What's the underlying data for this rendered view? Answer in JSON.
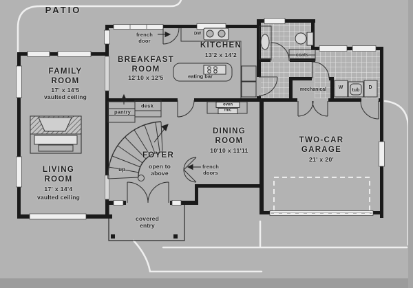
{
  "colors": {
    "background": "#b3b3b3",
    "walls": "#1a1a1a",
    "white_lines": "#f0f0f0",
    "text": "#1f1f1f"
  },
  "rooms": {
    "patio": {
      "name": "PATIO"
    },
    "family_room": {
      "name": "FAMILY\nROOM",
      "dims": "17' x 14'5",
      "note": "vaulted ceiling"
    },
    "breakfast_room": {
      "name": "BREAKFAST\nROOM",
      "dims": "12'10 x 12'5"
    },
    "kitchen": {
      "name": "KITCHEN",
      "dims": "13'2 x 14'2"
    },
    "dining_room": {
      "name": "DINING\nROOM",
      "dims": "10'10 x 11'11"
    },
    "foyer": {
      "name": "FOYER",
      "note": "open to\nabove"
    },
    "living_room": {
      "name": "LIVING\nROOM",
      "dims": "17' x 14'4",
      "note": "vaulted ceiling"
    },
    "garage": {
      "name": "TWO-CAR\nGARAGE",
      "dims": "21' x 20'"
    },
    "covered_entry": {
      "name": "covered\nentry"
    }
  },
  "annotations": {
    "french_door": "french\ndoor",
    "french_doors": "french\ndoors",
    "pantry": "pantry",
    "desk": "desk",
    "dishwasher": "DW",
    "oven": "oven",
    "microwave": "mic",
    "eating_bar": "eating bar",
    "coats": "coats",
    "mechanical": "mechanical",
    "washer": "W",
    "laundry_tub": "tub",
    "dryer": "D",
    "stairs_up": "up"
  }
}
